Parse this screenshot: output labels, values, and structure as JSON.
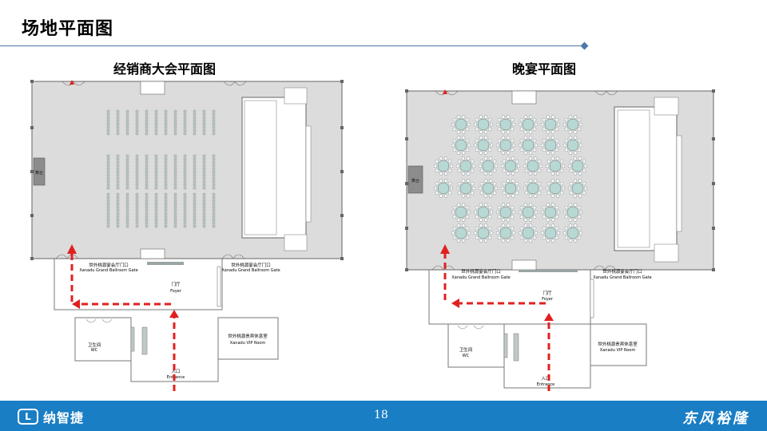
{
  "slide": {
    "title": "场地平面图",
    "page_number": "18"
  },
  "left_plan": {
    "title": "经销商大会平面图",
    "stage_label": "舞台",
    "gate_left_cn": "世外桃源宴会厅门口",
    "gate_left_en": "Xanadu Grand Ballroom Gate",
    "gate_right_cn": "世外桃源宴会厅门口",
    "gate_right_en": "Xanadu Grand Ballroom Gate",
    "foyer_cn": "门厅",
    "foyer_en": "Foyer",
    "wc_cn": "卫生间",
    "wc_en": "WC",
    "vip_cn": "世外桃源贵宾休息室",
    "vip_en": "Xanadu VIP Room",
    "entrance_cn": "入口",
    "entrance_en": "Entrance"
  },
  "right_plan": {
    "title": "晚宴平面图",
    "stage_label": "舞台",
    "gate_left_cn": "世外桃源宴会厅门口",
    "gate_left_en": "Xanadu Grand Ballroom Gate",
    "gate_right_cn": "世外桃源宴会厅门口",
    "gate_right_en": "Xanadu Grand Ballroom Gate",
    "foyer_cn": "门厅",
    "foyer_en": "Foyer",
    "wc_cn": "卫生间",
    "wc_en": "WC",
    "vip_cn": "世外桃源贵宾休息室",
    "vip_en": "Xanadu VIP Room",
    "entrance_cn": "入口",
    "entrance_en": "Entrance"
  },
  "footer": {
    "logo_text": "纳智捷",
    "brand_text": "东风裕隆"
  },
  "colors": {
    "accent": "#1a7ec4",
    "rule": "#4a78a8",
    "route": "#e02020",
    "table": "#b8d8d4",
    "floor": "#dcdcdc"
  }
}
